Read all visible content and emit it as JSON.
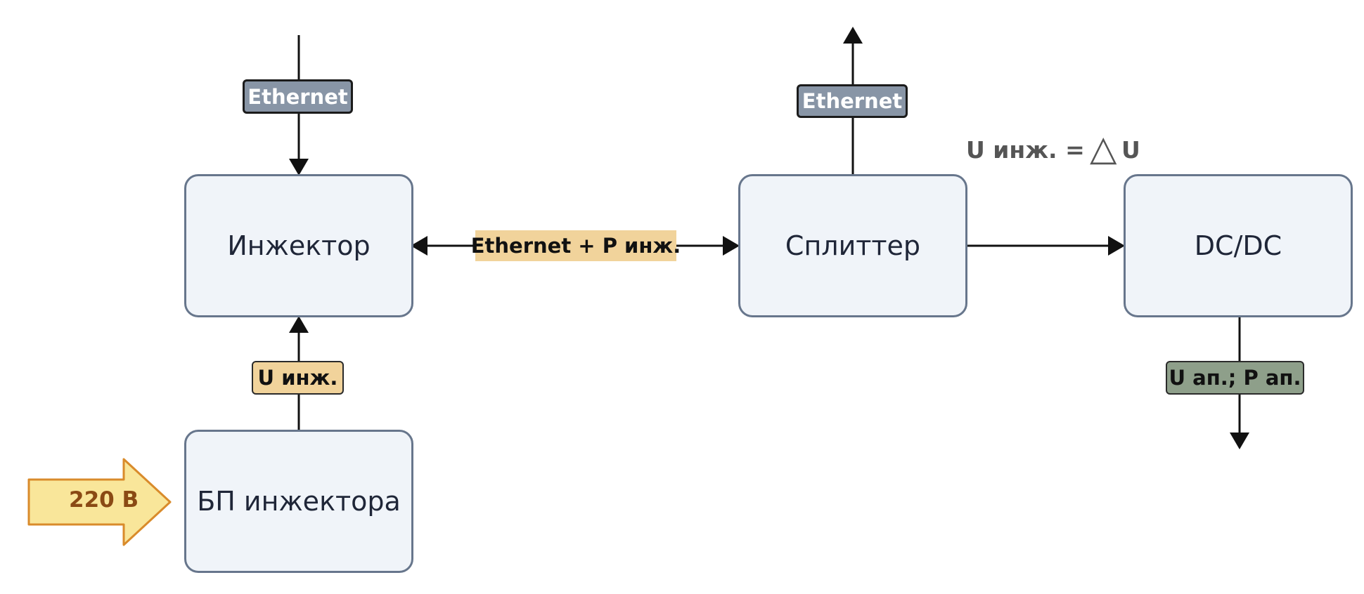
{
  "blocks": {
    "injector": "Инжектор",
    "splitter": "Сплиттер",
    "dcdc": "DC/DC",
    "psu": "БП инжектора"
  },
  "labels": {
    "ethernet_in": "Ethernet",
    "ethernet_out": "Ethernet",
    "link": "Ethernet + P инж.",
    "u_inj": "U инж.",
    "u_ap": "U ап.; P ап."
  },
  "formula": {
    "left": "U инж. =",
    "delta_symbol": "△",
    "right": "U"
  },
  "power_input": "220 В",
  "colors": {
    "box_fill": "#f0f4f9",
    "box_border": "#67768c",
    "ethernet_label": "#8895a6",
    "yellow_label": "#f1d39b",
    "green_label": "#8e9f8a",
    "arrow_fill": "#f9e69a",
    "arrow_border": "#d98b2b"
  }
}
